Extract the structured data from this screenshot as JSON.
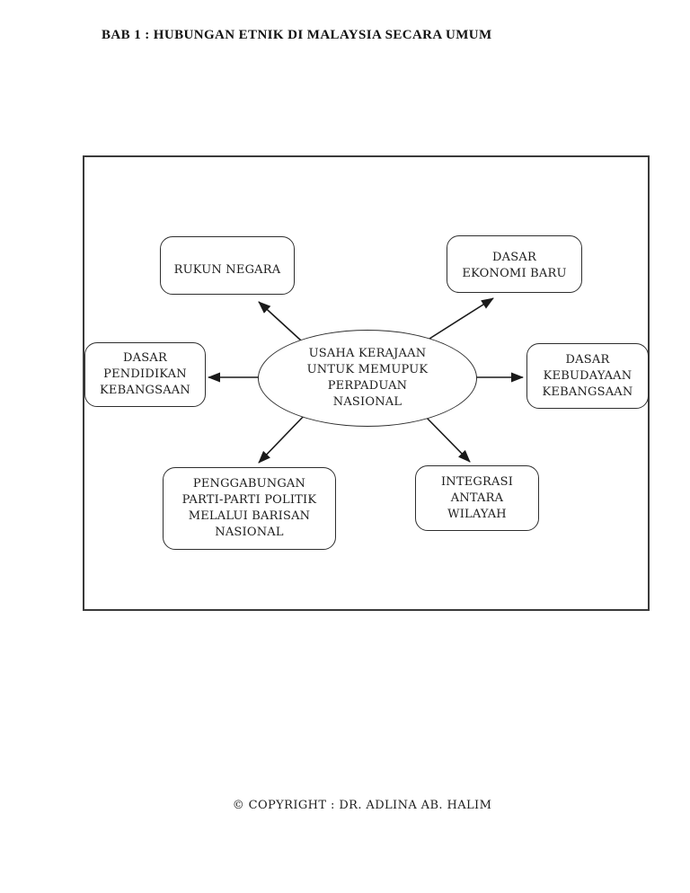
{
  "page": {
    "header": "BAB 1 : HUBUNGAN ETNIK DI MALAYSIA SECARA UMUM",
    "footer": "© COPYRIGHT : DR. ADLINA AB. HALIM"
  },
  "diagram": {
    "center": {
      "id": "usaha-kerajaan",
      "label": "USAHA KERAJAAN\nUNTUK MEMUPUK\nPERPADUAN\nNASIONAL"
    },
    "nodes": [
      {
        "id": "rukun-negara",
        "label": "RUKUN NEGARA"
      },
      {
        "id": "dasar-ekonomi-baru",
        "label": "DASAR\nEKONOMI BARU"
      },
      {
        "id": "dasar-pendidikan-kebangsaan",
        "label": "DASAR\nPENDIDIKAN\nKEBANGSAAN"
      },
      {
        "id": "dasar-kebudayaan-kebangsaan",
        "label": "DASAR\nKEBUDAYAAN\nKEBANGSAAN"
      },
      {
        "id": "penggabungan-parti-parti-politik",
        "label": "PENGGABUNGAN\nPARTI-PARTI POLITIK\nMELALUI BARISAN\nNASIONAL"
      },
      {
        "id": "integrasi-antara-wilayah",
        "label": "INTEGRASI\nANTARA\nWILAYAH"
      }
    ],
    "edges": [
      {
        "from": "usaha-kerajaan",
        "to": "rukun-negara"
      },
      {
        "from": "usaha-kerajaan",
        "to": "dasar-ekonomi-baru"
      },
      {
        "from": "usaha-kerajaan",
        "to": "dasar-pendidikan-kebangsaan"
      },
      {
        "from": "usaha-kerajaan",
        "to": "dasar-kebudayaan-kebangsaan"
      },
      {
        "from": "usaha-kerajaan",
        "to": "penggabungan-parti-parti-politik"
      },
      {
        "from": "usaha-kerajaan",
        "to": "integrasi-antara-wilayah"
      }
    ],
    "colors": {
      "line": "#1a1a1a",
      "text": "#1c1c1c",
      "background": "#ffffff",
      "frame_border": "#3a3a3a"
    }
  }
}
